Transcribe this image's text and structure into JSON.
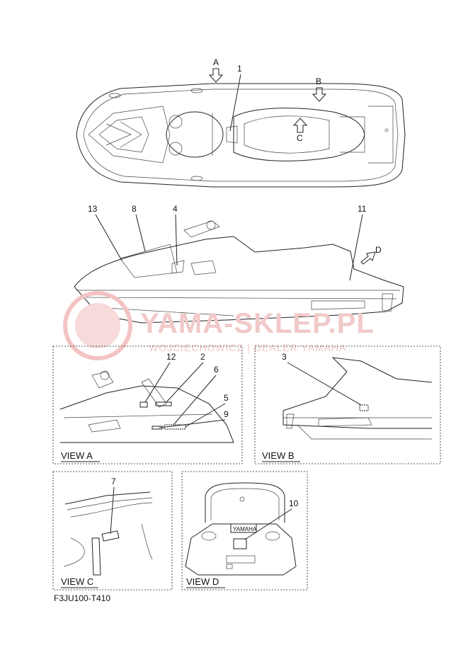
{
  "callouts": {
    "c1": "1",
    "c2": "2",
    "c3": "3",
    "c4": "4",
    "c5": "5",
    "c6": "6",
    "c7": "7",
    "c8": "8",
    "c9": "9",
    "c10": "10",
    "c11": "11",
    "c12": "12",
    "c13": "13"
  },
  "view_markers": {
    "a": "A",
    "b": "B",
    "c": "C",
    "d": "D"
  },
  "views": {
    "view_a": "VIEW A",
    "view_b": "VIEW B",
    "view_c": "VIEW C",
    "view_d": "VIEW D"
  },
  "watermark": {
    "brand": "YAMA-SKLEP.PL",
    "tagline": "WOJCIECHOWICZ | DEALER YAMAHA"
  },
  "badge_text": "YAMAHA",
  "figure_code": "F3JU100-T410"
}
